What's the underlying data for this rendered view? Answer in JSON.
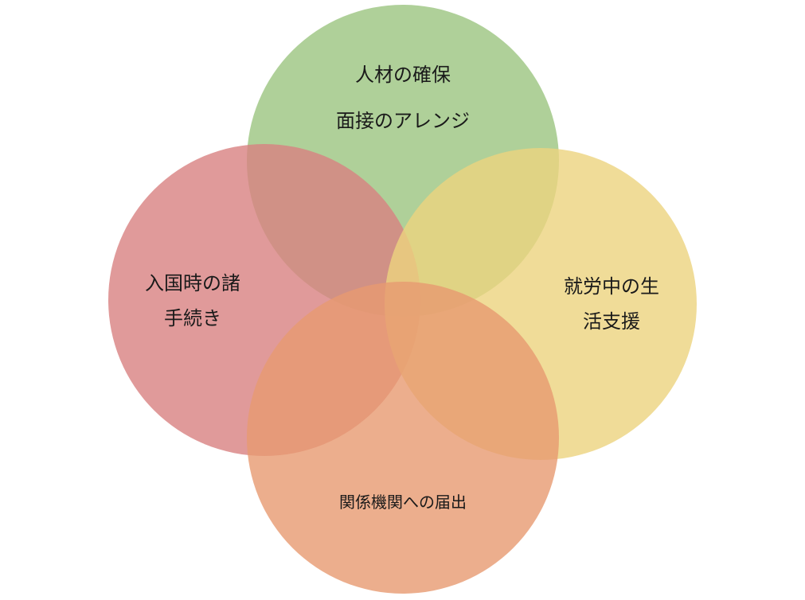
{
  "diagram": {
    "type": "venn",
    "circles": [
      {
        "id": "recruit",
        "lines": [
          "人材の確保",
          "面接のアレンジ"
        ],
        "color": "#9bc47f"
      },
      {
        "id": "immigration",
        "lines": [
          "入国時の諸",
          "手続き"
        ],
        "color": "#d88181"
      },
      {
        "id": "support",
        "lines": [
          "就労中の生",
          "活支援"
        ],
        "color": "#ecd37e"
      },
      {
        "id": "notification",
        "lines": [
          "関係機関への届出"
        ],
        "color": "#e79a70"
      }
    ]
  }
}
